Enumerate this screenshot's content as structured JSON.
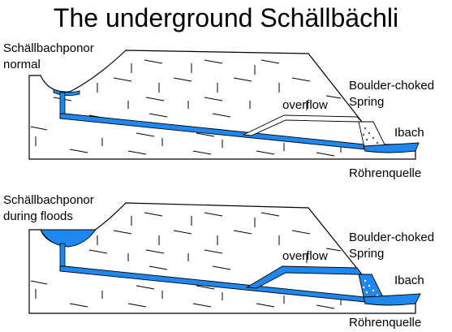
{
  "title": "The underground Schällbächli",
  "colors": {
    "water": "#1f88f0",
    "outline": "#000000",
    "rock": "#ffffff"
  },
  "panel_normal": {
    "ponor_label_line1": "Schällbachponor",
    "ponor_label_line2": "normal",
    "overflow_label": "overflow",
    "spring_label_line1": "Boulder-choked",
    "spring_label_line2": "Spring",
    "river_label": "Ibach",
    "lower_spring_label": "Röhrenquelle"
  },
  "panel_flood": {
    "ponor_label_line1": "Schällbachponor",
    "ponor_label_line2": "during floods",
    "overflow_label": "overflow",
    "spring_label_line1": "Boulder-choked",
    "spring_label_line2": "Spring",
    "river_label": "Ibach",
    "lower_spring_label": "Röhrenquelle"
  }
}
